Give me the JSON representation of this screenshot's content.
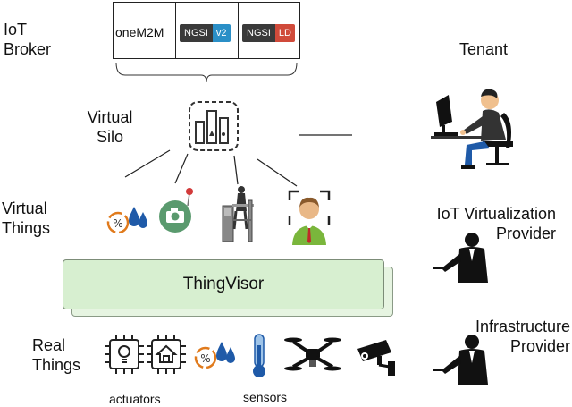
{
  "labels": {
    "iot_broker": "IoT\nBroker",
    "virtual_silo": "Virtual\nSilo",
    "virtual_things": "Virtual\nThings",
    "real_things": "Real\nThings",
    "thingvisor": "ThingVisor",
    "actuators": "actuators",
    "sensors": "sensors"
  },
  "broker": {
    "onem2m": "oneM2M",
    "ngsi": "NGSI",
    "ngsi_v2": "v2",
    "ngsi_ld_name": "NGSI",
    "ngsi_ld": "LD"
  },
  "roles": {
    "tenant": "Tenant",
    "iot_virtualization": "IoT Virtualization\nProvider",
    "infrastructure": "Infrastructure\nProvider"
  },
  "colors": {
    "thingvisor_fill": "#d7efd0",
    "ngsi_v2": "#2a8fc7",
    "ngsi_ld": "#d04a3a"
  },
  "icons": [
    "silo-container-icon",
    "percent-water-drops-icon",
    "camera-icon",
    "traffic-gate-icon",
    "person-avatar-icon",
    "chip-bulb-icon",
    "chip-house-icon",
    "thermometer-icon",
    "drone-icon",
    "security-camera-icon",
    "tenant-person-at-computer-icon",
    "businessman-icon"
  ]
}
